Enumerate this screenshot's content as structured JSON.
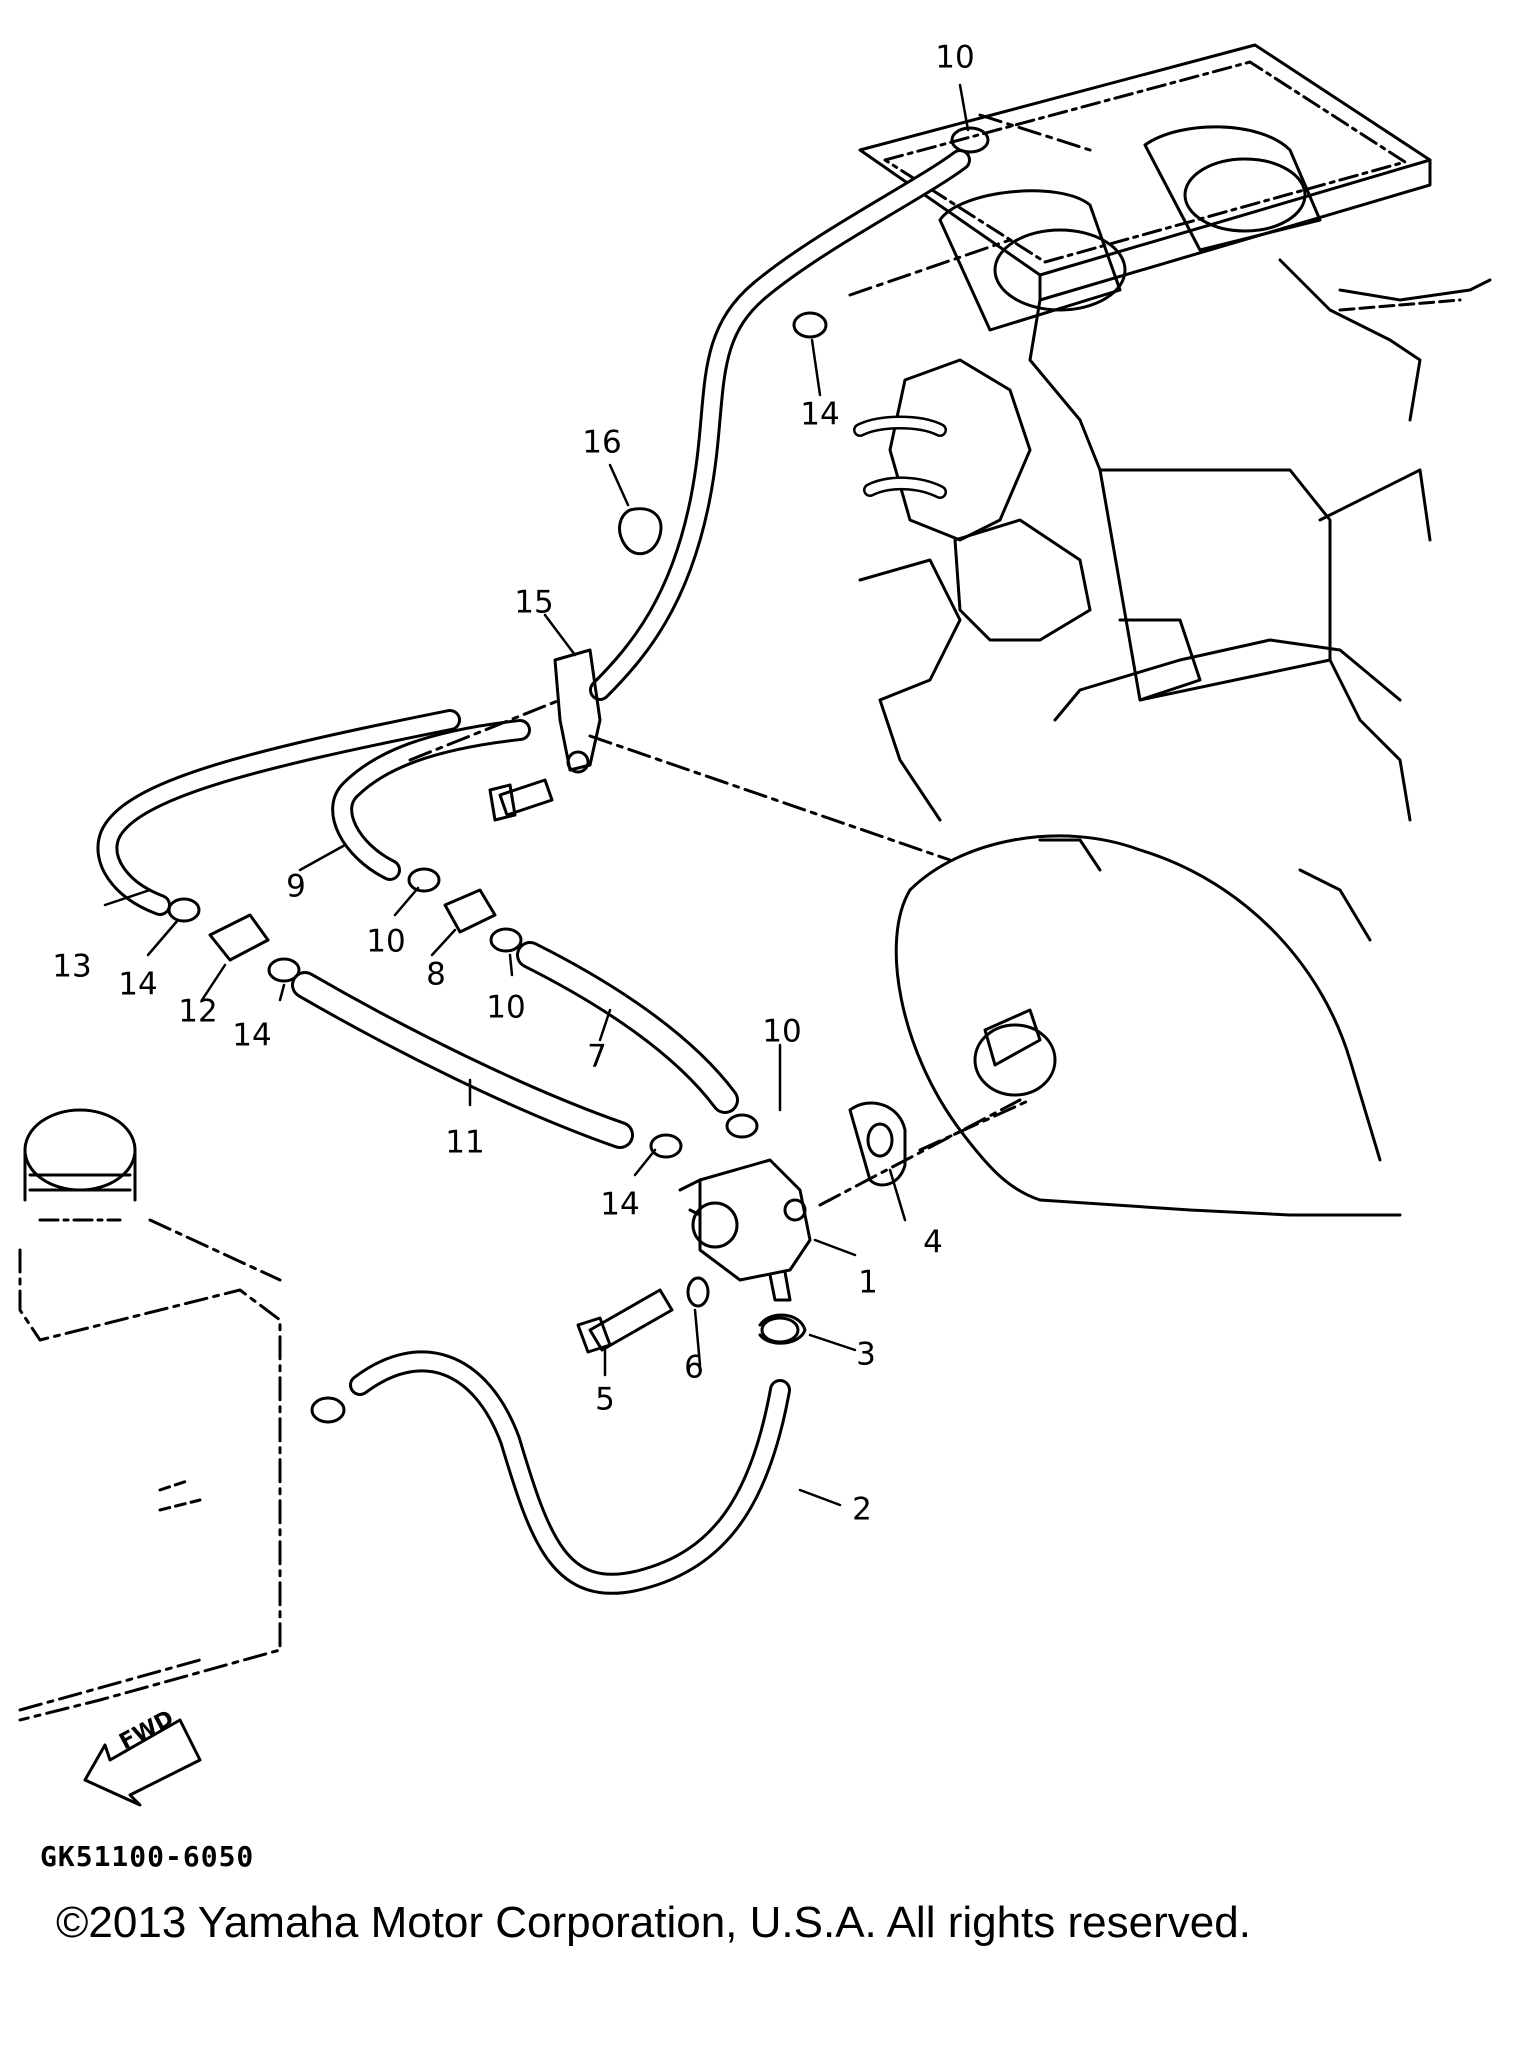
{
  "drawing_code": "GK51100-6050",
  "copyright": "©2013 Yamaha Motor Corporation, U.S.A. All rights reserved.",
  "fwd_label": "FWD",
  "callouts": [
    {
      "number": "1"
    },
    {
      "number": "2"
    },
    {
      "number": "3"
    },
    {
      "number": "4"
    },
    {
      "number": "5"
    },
    {
      "number": "6"
    },
    {
      "number": "7"
    },
    {
      "number": "8"
    },
    {
      "number": "9"
    },
    {
      "number": "10"
    },
    {
      "number": "11"
    },
    {
      "number": "12"
    },
    {
      "number": "13"
    },
    {
      "number": "14"
    },
    {
      "number": "15"
    },
    {
      "number": "16"
    }
  ],
  "colors": {
    "ink": "#000000",
    "paper": "#ffffff"
  }
}
